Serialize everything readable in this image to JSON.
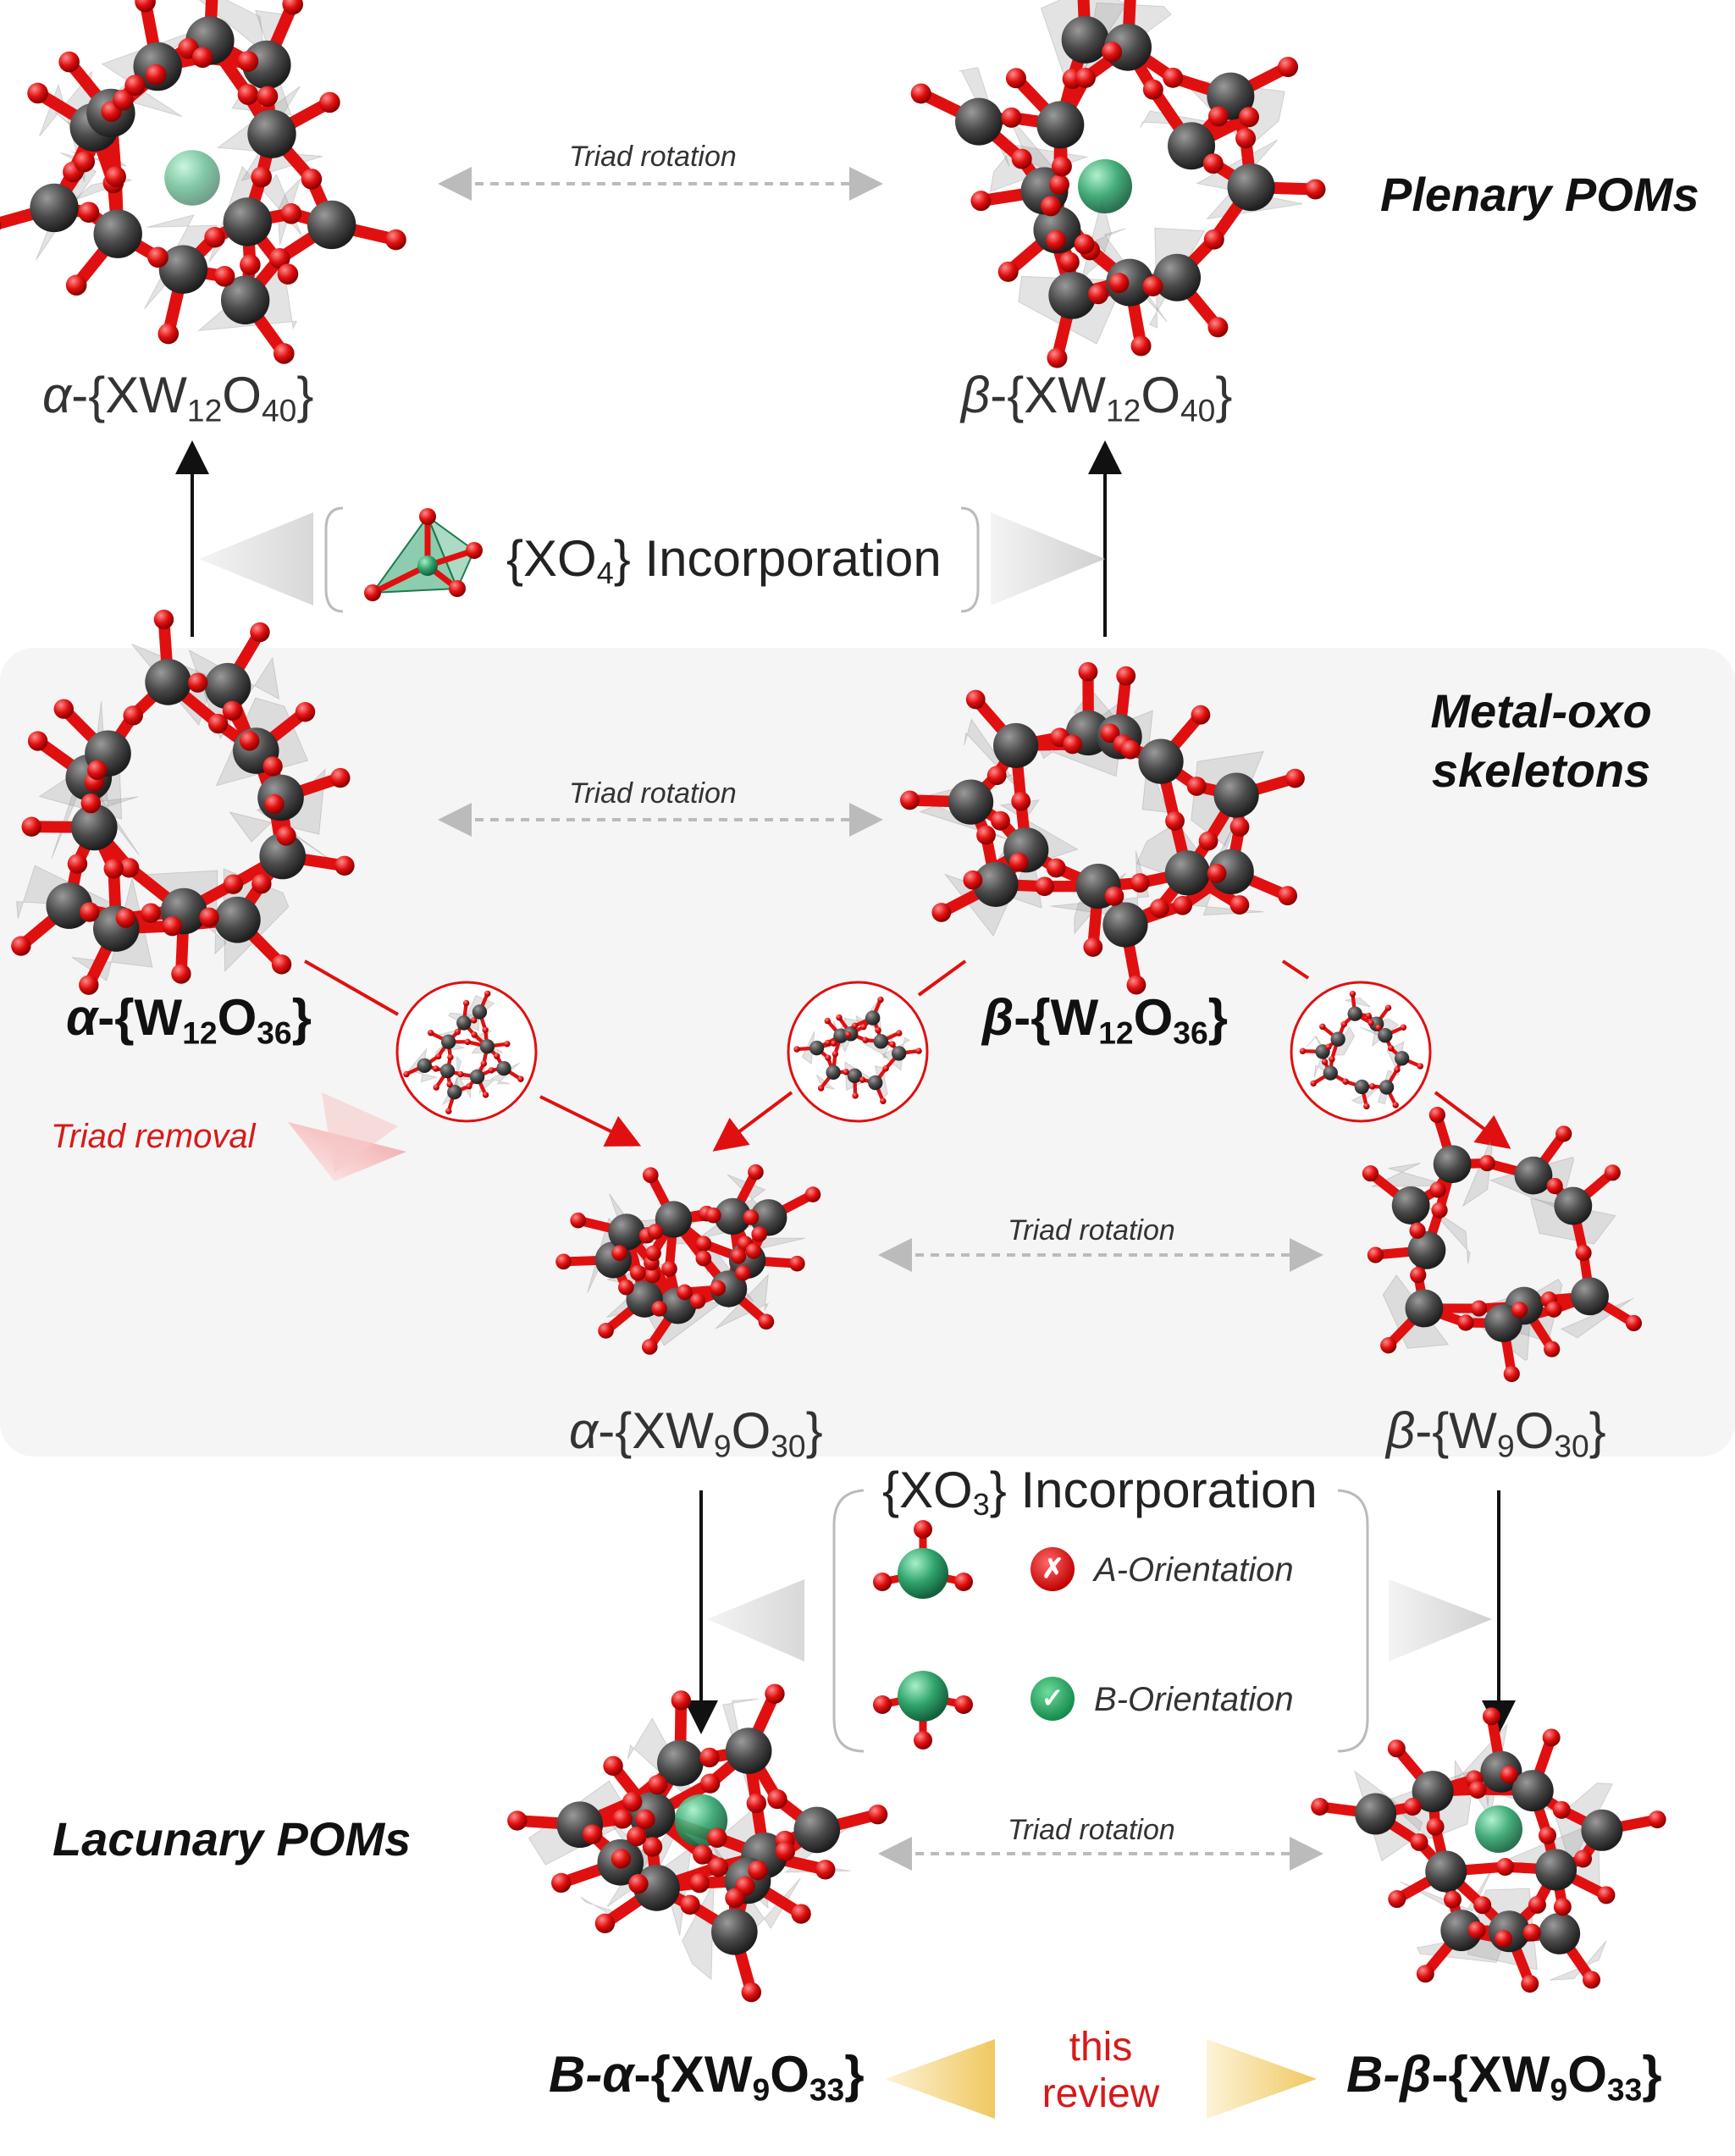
{
  "headings": {
    "plenary": "Plenary POMs",
    "skeleton_line1": "Metal-oxo",
    "skeleton_line2": "skeletons",
    "lacunary": "Lacunary POMs"
  },
  "arrow_labels": {
    "triad_rotation": "Triad rotation",
    "triad_removal": "Triad removal",
    "xo4_incorporation": "Incorporation",
    "xo4_prefix": "{XO",
    "xo4_sub": "4",
    "xo4_suffix": "}",
    "xo3_incorporation": "Incorporation",
    "xo3_prefix": "{XO",
    "xo3_sub": "3",
    "xo3_suffix": "}",
    "a_orientation": "A-Orientation",
    "b_orientation": "B-Orientation",
    "a_mark": "✗",
    "b_mark": "✓",
    "this_review_line1": "this",
    "this_review_line2": "review"
  },
  "formulas": {
    "alpha_plenary": {
      "greek": "α",
      "pre": "-{XW",
      "s1": "12",
      "mid": "O",
      "s2": "40",
      "post": "}"
    },
    "beta_plenary": {
      "greek": "β",
      "pre": "-{XW",
      "s1": "12",
      "mid": "O",
      "s2": "40",
      "post": "}"
    },
    "alpha_skeleton": {
      "greek": "α",
      "pre": "-{W",
      "s1": "12",
      "mid": "O",
      "s2": "36",
      "post": "}"
    },
    "beta_skeleton": {
      "greek": "β",
      "pre": "-{W",
      "s1": "12",
      "mid": "O",
      "s2": "36",
      "post": "}"
    },
    "alpha_trilacunary": {
      "greek": "α",
      "pre": "-{XW",
      "s1": "9",
      "mid": "O",
      "s2": "30",
      "post": "}"
    },
    "beta_trilacunary": {
      "greek": "β",
      "pre": "-{W",
      "s1": "9",
      "mid": "O",
      "s2": "30",
      "post": "}"
    },
    "b_alpha_lacunary": {
      "greek": "B-α",
      "pre": "-{XW",
      "s1": "9",
      "mid": "O",
      "s2": "33",
      "post": "}"
    },
    "b_beta_lacunary": {
      "greek": "B-β",
      "pre": "-{XW",
      "s1": "9",
      "mid": "O",
      "s2": "33",
      "post": "}"
    }
  },
  "colors": {
    "tungsten": "#4a4a4a",
    "oxygen": "#e01010",
    "heteroatom": "#2fa36b",
    "accent_red": "#d61a1a",
    "panel_bg": "#f5f5f5",
    "review_arrow": "#f5d98a"
  }
}
